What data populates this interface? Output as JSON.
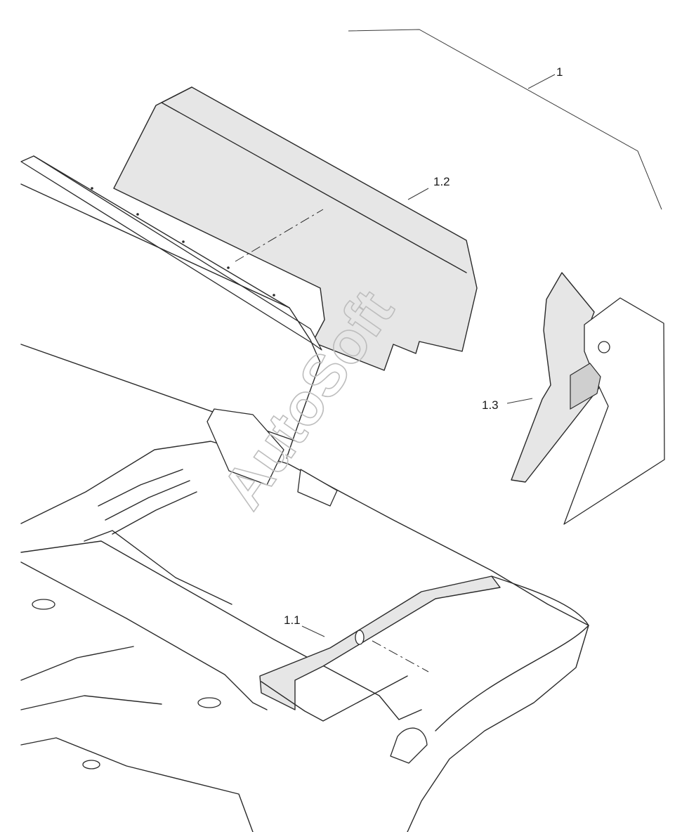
{
  "callouts": {
    "assembly": "1",
    "rear_panel": "1.1",
    "upper_panel": "1.2",
    "side_panel": "1.3"
  },
  "watermark": "AutoSoft"
}
